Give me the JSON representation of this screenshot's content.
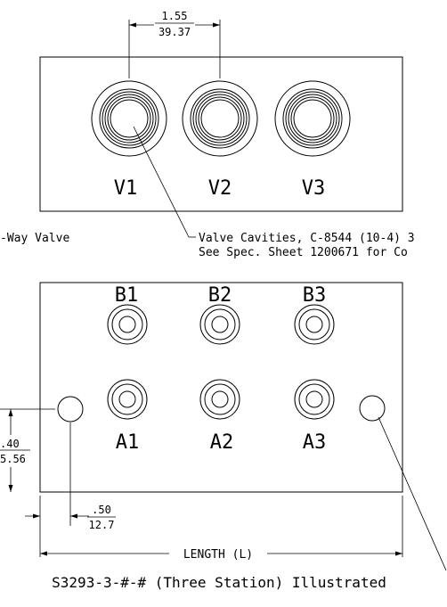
{
  "top_view": {
    "dim_spacing_in": "1.55",
    "dim_spacing_mm": "39.37",
    "valve_labels": [
      "V1",
      "V2",
      "V3"
    ],
    "left_note": "-Way Valve",
    "cavity_note_line1": "Valve Cavities, C-8544 (10-4) 3",
    "cavity_note_line2": "See Spec. Sheet 1200671 for Co"
  },
  "bottom_view": {
    "port_labels_top": [
      "B1",
      "B2",
      "B3"
    ],
    "port_labels_bottom": [
      "A1",
      "A2",
      "A3"
    ],
    "dim_height_in": ".40",
    "dim_height_mm": "5.56",
    "dim_offset_in": ".50",
    "dim_offset_mm": "12.7",
    "length_label": "LENGTH (L)",
    "caption": "S3293-3-#-# (Three Station) Illustrated"
  }
}
